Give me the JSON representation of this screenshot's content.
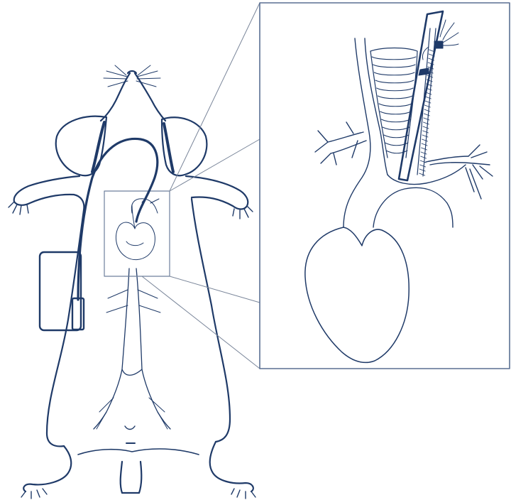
{
  "figure": {
    "stroke_color": "#1f3a68",
    "thin_line_color": "#2a3f66",
    "background": "#ffffff",
    "parts": {
      "body": "rat-body-outline",
      "transmitter": "implanted-transmitter",
      "catheter": "catheter-tube",
      "inset_frame": "zoom-inset-frame",
      "callout": "zoom-callout-lines",
      "heart": "heart",
      "aorta": "aortic-arch",
      "trachea": "trachea",
      "catheter_tip": "catheter-tip"
    }
  }
}
